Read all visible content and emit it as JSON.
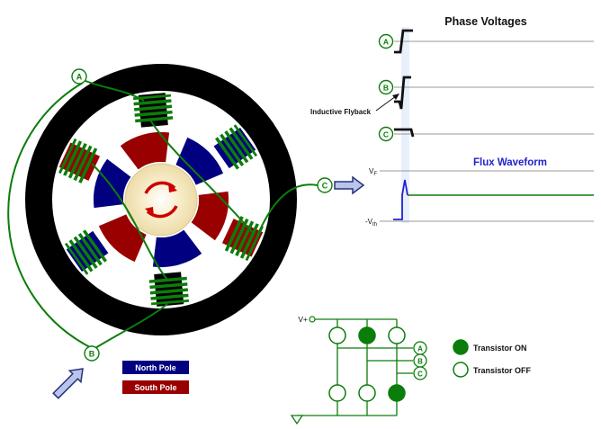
{
  "colors": {
    "green": "#0b7d0b",
    "navy": "#000080",
    "dark_red": "#990000",
    "flux_blue": "#2222cc",
    "trace_gray": "#999999",
    "arrow_fill": "#b8c4ea",
    "arrow_stroke": "#28327a",
    "rotor_cream": "#f0e0a8",
    "rotation_red": "#cc0000"
  },
  "motor": {
    "phase_labels": {
      "a": "A",
      "b": "B",
      "c": "C"
    },
    "legend": {
      "north": "North Pole",
      "south": "South Pole"
    }
  },
  "phase_voltages": {
    "title": "Phase Voltages",
    "labels": {
      "a": "A",
      "b": "B",
      "c": "C"
    },
    "flyback": "Inductive Flyback"
  },
  "flux": {
    "title": "Flux Waveform",
    "v_top_main": "V",
    "v_top_sub": "F",
    "v_bottom_main": "-V",
    "v_bottom_sub": "th"
  },
  "circuit": {
    "supply": "V+",
    "outputs": {
      "a": "A",
      "b": "B",
      "c": "C"
    },
    "legend": {
      "on": "Transistor ON",
      "off": "Transistor OFF"
    }
  }
}
